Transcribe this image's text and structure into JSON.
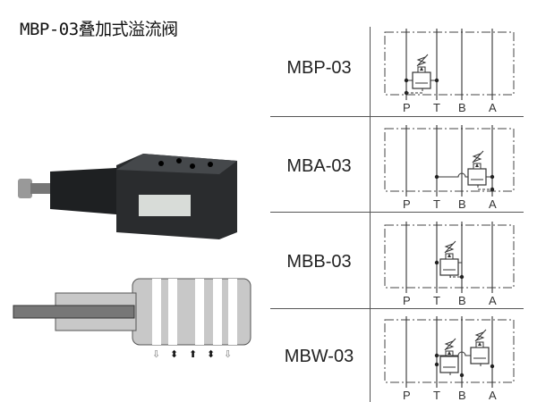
{
  "title": "MBP-03叠加式溢流阀",
  "models": [
    {
      "label": "MBP-03",
      "ports": [
        "P",
        "T",
        "B",
        "A"
      ]
    },
    {
      "label": "MBA-03",
      "ports": [
        "P",
        "T",
        "B",
        "A"
      ]
    },
    {
      "label": "MBB-03",
      "ports": [
        "P",
        "T",
        "B",
        "A"
      ]
    },
    {
      "label": "MBW-03",
      "ports": [
        "P",
        "T",
        "B",
        "A"
      ]
    }
  ],
  "colors": {
    "line": "#555555",
    "body": "#c8c8c8",
    "photo_body": "#2a2c2e"
  }
}
